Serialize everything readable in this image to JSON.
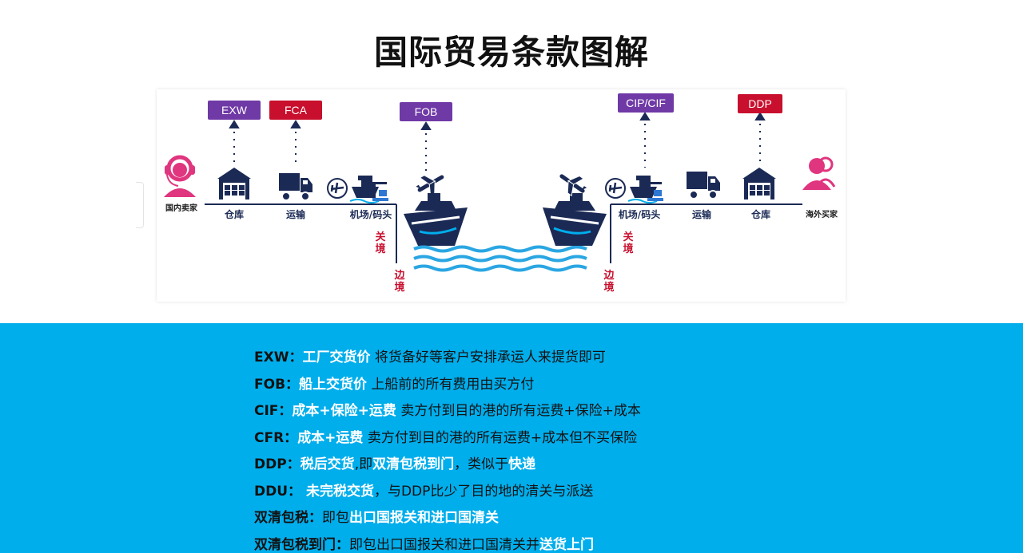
{
  "title": "国际贸易条款图解",
  "colors": {
    "purple": "#6f39a6",
    "red": "#c8102e",
    "navy": "#1b2a55",
    "cyan": "#00aeec",
    "pink": "#e0357f"
  },
  "tags": {
    "exw": "EXW",
    "fca": "FCA",
    "fob": "FOB",
    "cip_cif": "CIP/CIF",
    "ddp": "DDP"
  },
  "nodes": {
    "domestic_seller": "国内卖家",
    "warehouse_left": "仓库",
    "transport_left": "运输",
    "port_left": "机场/码头",
    "port_right": "机场/码头",
    "transport_right": "运输",
    "warehouse_right": "仓库",
    "overseas_buyer": "海外买家"
  },
  "vertical": {
    "customs_left": "关境",
    "border_left": "边境",
    "border_right": "边境",
    "customs_right": "关境"
  },
  "icons": [
    "headset-person-icon",
    "warehouse-icon",
    "truck-icon",
    "airplane-icon",
    "cargo-ship-icon",
    "person-pair-icon",
    "waves-icon"
  ],
  "terms": [
    {
      "key": "EXW：",
      "parts": [
        {
          "t": "工厂交货价",
          "hl": true
        },
        {
          "t": " 将货备好等客户安排承运人来提货即可",
          "hl": false
        }
      ]
    },
    {
      "key": "FOB：",
      "parts": [
        {
          "t": "船上交货价",
          "hl": true
        },
        {
          "t": "  上船前的所有费用由买方付",
          "hl": false
        }
      ]
    },
    {
      "key": "CIF：",
      "parts": [
        {
          "t": "成本+保险+运费",
          "hl": true
        },
        {
          "t": "  卖方付到目的港的所有运费+保险+成本",
          "hl": false
        }
      ]
    },
    {
      "key": "CFR：",
      "parts": [
        {
          "t": "成本+运费",
          "hl": true
        },
        {
          "t": "  卖方付到目的港的所有运费+成本但不买保险",
          "hl": false
        }
      ]
    },
    {
      "key": "DDP：",
      "parts": [
        {
          "t": "税后交货",
          "hl": true
        },
        {
          "t": ",即",
          "hl": false
        },
        {
          "t": "双清包税到门",
          "hl": true
        },
        {
          "t": "，类似于",
          "hl": false
        },
        {
          "t": "快递",
          "hl": true
        }
      ]
    },
    {
      "key": "DDU：",
      "parts": [
        {
          "t": "  未完税交货",
          "hl": true
        },
        {
          "t": "，与DDP比少了目的地的清关与派送",
          "hl": false
        }
      ]
    },
    {
      "key": "双清包税：",
      "parts": [
        {
          "t": "即包",
          "hl": false
        },
        {
          "t": "出口国报关和进口国清关",
          "hl": true
        }
      ]
    },
    {
      "key": "双清包税到门：",
      "parts": [
        {
          "t": "即包出口国报关和进口国清关并",
          "hl": false
        },
        {
          "t": "送货上门",
          "hl": true
        }
      ]
    }
  ]
}
